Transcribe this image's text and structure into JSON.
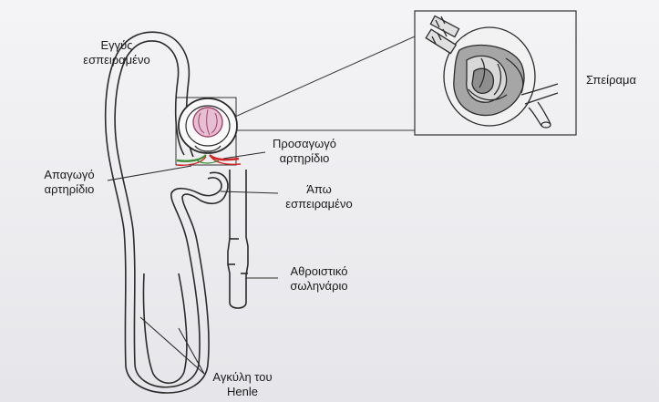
{
  "labels": {
    "proximal": [
      "Εγγύς",
      "εσπειραμένο"
    ],
    "glomerulus": "Σπείραμα",
    "afferent": [
      "Προσαγωγό",
      "αρτηρίδιο"
    ],
    "efferent": [
      "Απαγωγό",
      "αρτηρίδιο"
    ],
    "distal": [
      "Άπω",
      "εσπειραμένο"
    ],
    "collecting": [
      "Αθροιστικό",
      "σωληνάριο"
    ],
    "henle": [
      "Αγκύλη του",
      "Henle"
    ]
  },
  "colors": {
    "outline": "#2b2b2b",
    "glomerulus_fill": "#e7bfd2",
    "glomerulus_stroke": "#a0406a",
    "afferent_vessel": "#d32424",
    "efferent_vessel": "#3a8a30",
    "glomerulus_detail_fill": "#9a9a9a"
  }
}
